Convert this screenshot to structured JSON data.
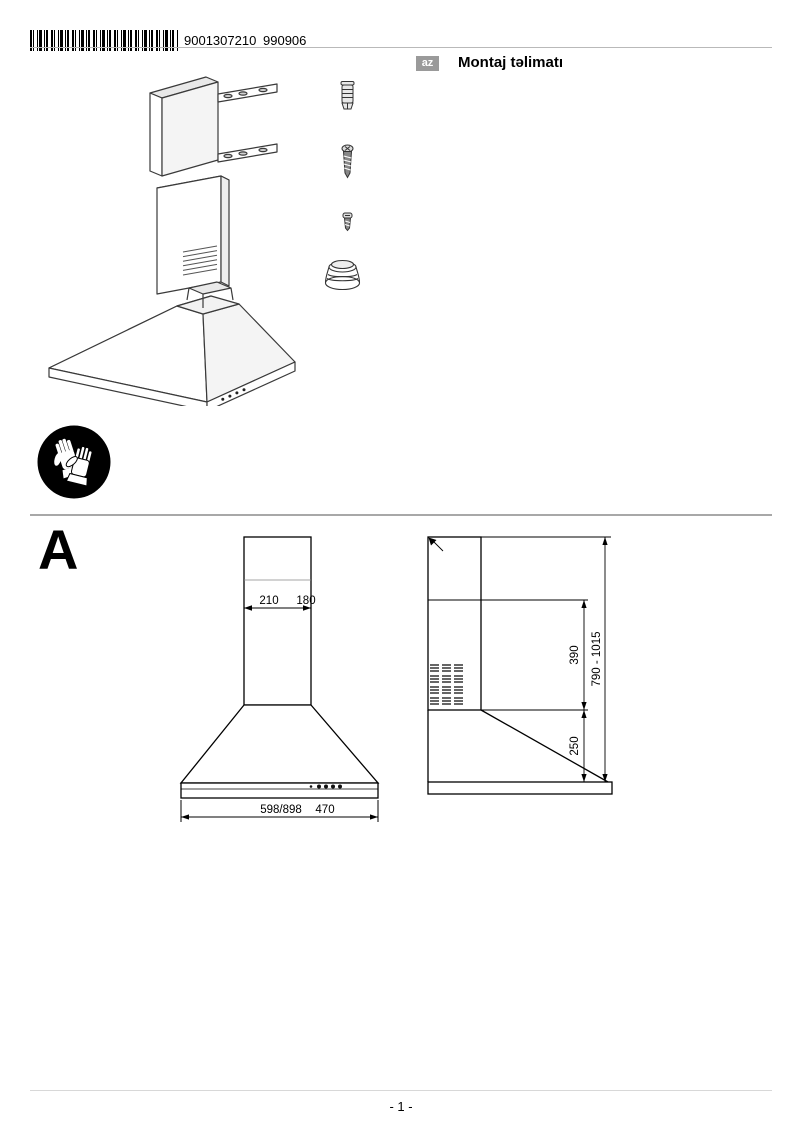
{
  "header": {
    "barcode_number": "9001307210",
    "doc_code": "990906",
    "language_badge": "az",
    "title": "Montaj təlimatı"
  },
  "icons": {
    "fasteners": [
      "wall-anchor-icon",
      "long-screw-icon",
      "short-screw-icon",
      "cable-grommet-icon"
    ],
    "safety": "protective-gloves-icon"
  },
  "figure_a": {
    "label": "A",
    "front_view": {
      "chimney_width": "210",
      "chimney_depth": "180",
      "hood_width": "598/898",
      "hood_depth": "470"
    },
    "side_view": {
      "upper_section_height": "390",
      "total_height_range": "790 - 1015",
      "canopy_height": "250"
    }
  },
  "footer": {
    "page_number": "- 1 -"
  }
}
